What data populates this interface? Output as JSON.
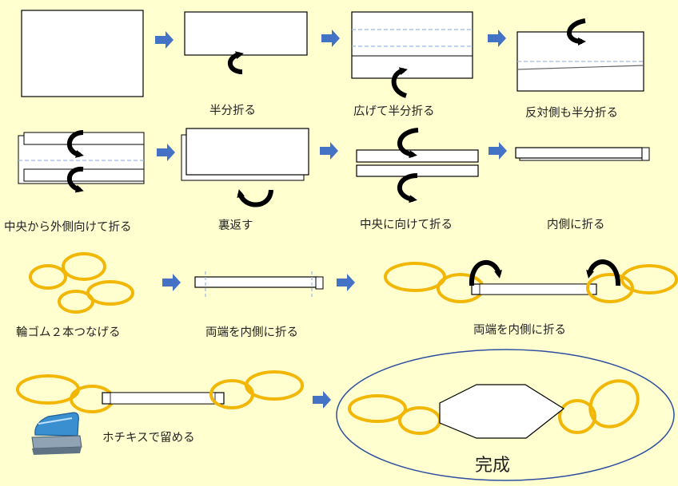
{
  "steps": [
    {
      "id": "s1",
      "label": "半分折る"
    },
    {
      "id": "s2",
      "label": "広げて半分折る"
    },
    {
      "id": "s3",
      "label": "反対側も半分折る"
    },
    {
      "id": "s4",
      "label": "中央から外側向けて折る"
    },
    {
      "id": "s5",
      "label": "裏返す"
    },
    {
      "id": "s6",
      "label": "中央に向けて折る"
    },
    {
      "id": "s7",
      "label": "内側に折る"
    },
    {
      "id": "s8",
      "label": "輪ゴム２本つなげる"
    },
    {
      "id": "s9",
      "label": "両端を内側に折る"
    },
    {
      "id": "s10",
      "label": "両端を内側に折る"
    },
    {
      "id": "s11",
      "label": "ホチキスで留める"
    },
    {
      "id": "s12",
      "label": "完成"
    }
  ],
  "colors": {
    "background": "#FFFFD0",
    "arrow": "#4472C4",
    "rubber_band": "#F2B705",
    "dash": "#9DB7E0",
    "ellipse_border": "#2F4F9F",
    "stapler": "#3A8FD0"
  },
  "icons": [
    "right-arrow-icon",
    "curved-fold-arrow-icon",
    "stapler-icon"
  ]
}
